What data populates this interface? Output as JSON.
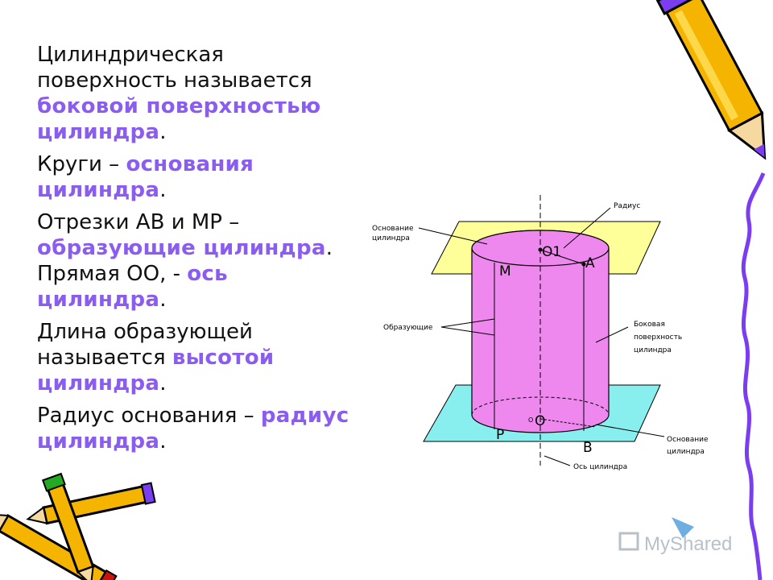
{
  "paragraphs": [
    {
      "pre": "Цилиндрическая\nповерхность называется ",
      "hl": "боковой поверхностью цилиндра",
      "post": "."
    },
    {
      "pre": "Круги – ",
      "hl": "основания цилиндра",
      "post": "."
    },
    {
      "pre": "Отрезки АВ и МР – ",
      "hl": "образующие цилиндра",
      "post": "."
    },
    {
      "pre": "Прямая ОО, - ",
      "hl": "ось цилиндра",
      "post": "."
    },
    {
      "pre": "Длина образующей\nназывается ",
      "hl": "высотой цилиндра",
      "post": "."
    },
    {
      "pre": "Радиус основания – ",
      "hl": "радиус цилиндра",
      "post": "."
    }
  ],
  "diagram": {
    "labels": {
      "base_top_1": "Основание",
      "base_top_2": "цилиндра",
      "generatrix": "Образующие",
      "radius": "Радиус",
      "lateral_1": "Боковая",
      "lateral_2": "поверхность",
      "lateral_3": "цилиндра",
      "base_bottom_1": "Основание",
      "base_bottom_2": "цилиндра",
      "axis": "Ось цилиндра"
    },
    "points": {
      "O1": "O1",
      "M": "M",
      "A": "A",
      "O": "O",
      "O_small": "О",
      "P": "P",
      "B": "B"
    },
    "colors": {
      "cylinder": "#ee88ee",
      "top_plane": "#ffff99",
      "bottom_plane": "#88eeee",
      "highlight_text": "#8a5cf0",
      "border_line": "#7a3ef0"
    }
  },
  "watermark": "MyShared",
  "icons": [
    "pencil-icon",
    "pencils-icon",
    "myshared-logo-icon"
  ]
}
